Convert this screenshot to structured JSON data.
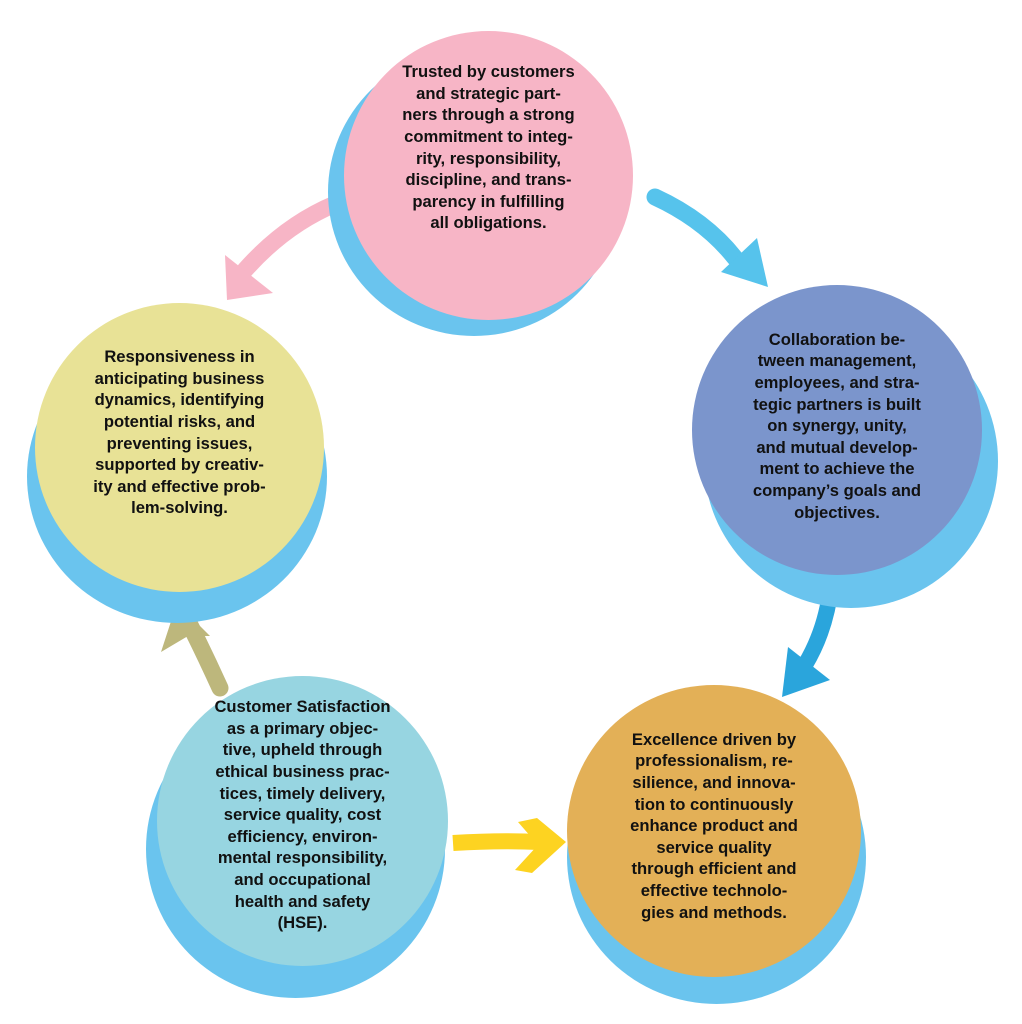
{
  "diagram": {
    "type": "cycle",
    "shadow_color": "#6AC4EE",
    "nodes": [
      {
        "id": "integrity",
        "color": "#F7B5C6",
        "text": "Trusted by customers\nand strategic part-\nners through a strong\ncommitment to integ-\nrity, responsibility,\ndiscipline, and trans-\nparency in fulfilling\nall obligations."
      },
      {
        "id": "teamwork",
        "color": "#7B95CC",
        "text": "Collaboration be-\ntween management,\nemployees, and stra-\ntegic partners is built\non synergy, unity,\nand mutual develop-\nment to achieve the\ncompany’s goals and\nobjectives."
      },
      {
        "id": "excellence",
        "color": "#E3B057",
        "text": "Excellence driven by\nprofessionalism, re-\nsilience, and innova-\ntion to continuously\nenhance product and\nservice quality\nthrough efficient and\neffective technolo-\ngies and methods."
      },
      {
        "id": "customer-satisfaction",
        "color": "#97D5E1",
        "text": "Customer Satisfaction\nas a primary objec-\ntive, upheld through\nethical business prac-\ntices, timely delivery,\nservice quality, cost\nefficiency, environ-\nmental responsibility,\nand occupational\nhealth and safety\n(HSE)."
      },
      {
        "id": "responsiveness",
        "color": "#E8E296",
        "text": "Responsiveness in\nanticipating business\ndynamics, identifying\npotential risks, and\npreventing issues,\nsupported by creativ-\nity and effective prob-\nlem-solving."
      }
    ],
    "arrows": [
      {
        "from": "integrity",
        "to": "teamwork",
        "color": "#56C3EC"
      },
      {
        "from": "teamwork",
        "to": "excellence",
        "color": "#2AA5DC"
      },
      {
        "from": "customer-satisfaction",
        "to": "excellence",
        "color": "#FDD321"
      },
      {
        "from": "customer-satisfaction",
        "to": "responsiveness",
        "color": "#BDB77C"
      },
      {
        "from": "integrity",
        "to": "responsiveness",
        "color": "#F7B5C6"
      }
    ]
  }
}
